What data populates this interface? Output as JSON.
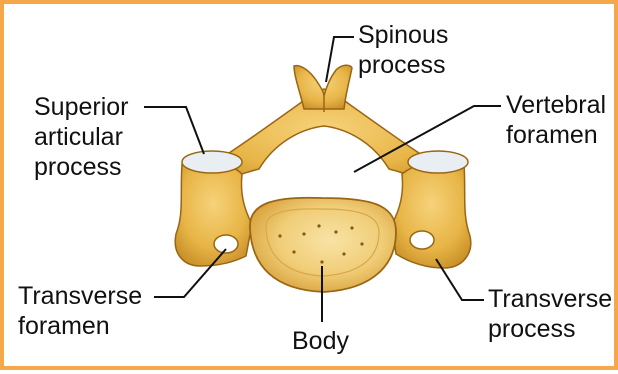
{
  "diagram": {
    "border_color": "#f4a84a",
    "bone_color": "#e8b547",
    "bone_shadow_color": "#b57a17",
    "labels": {
      "spinous_process": [
        "Spinous",
        "process"
      ],
      "vertebral_foramen": [
        "Vertebral",
        "foramen"
      ],
      "superior_articular_process": [
        "Superior",
        "articular",
        "process"
      ],
      "transverse_foramen": [
        "Transverse",
        "foramen"
      ],
      "body": [
        "Body"
      ],
      "transverse_process": [
        "Transverse",
        "process"
      ]
    }
  }
}
